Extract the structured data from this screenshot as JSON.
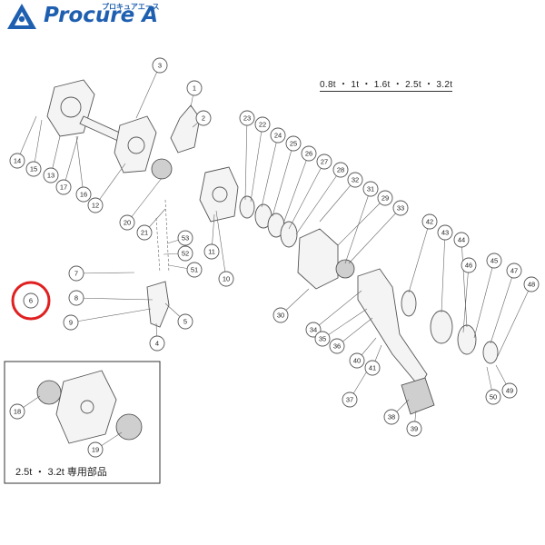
{
  "brand": {
    "name": "Procure A",
    "kana": "プロキュアエース",
    "colors": {
      "primary": "#1f5fb0",
      "highlight": "#e02020"
    }
  },
  "capacity_line": "0.8t ・ 1t ・ 1.6t ・ 2.5t ・ 3.2t",
  "inset_caption": "2.5t ・ 3.2t 専用部品",
  "highlighted_part": "6",
  "part_numbers": [
    "1",
    "2",
    "3",
    "4",
    "5",
    "6",
    "7",
    "8",
    "9",
    "10",
    "11",
    "12",
    "13",
    "14",
    "15",
    "16",
    "17",
    "18",
    "19",
    "20",
    "21",
    "22",
    "23",
    "24",
    "25",
    "26",
    "27",
    "28",
    "29",
    "30",
    "31",
    "32",
    "33",
    "34",
    "35",
    "36",
    "37",
    "38",
    "39",
    "40",
    "41",
    "42",
    "43",
    "44",
    "45",
    "46",
    "47",
    "48",
    "49",
    "50",
    "51",
    "52",
    "53"
  ]
}
